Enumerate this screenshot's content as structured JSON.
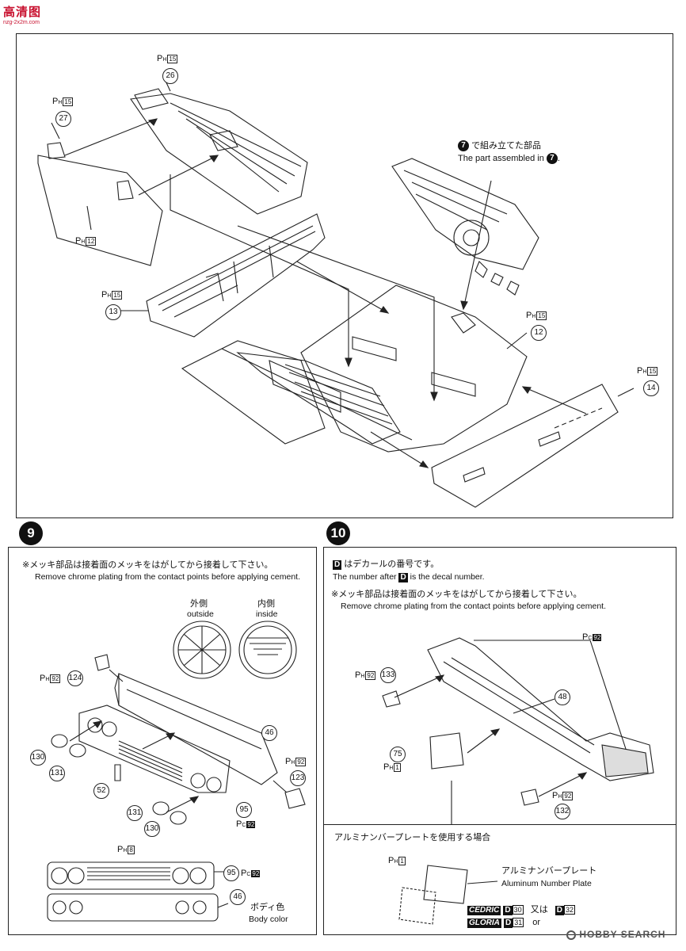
{
  "watermark": {
    "top": "高清图",
    "sub": "nzg-2x2m.com"
  },
  "step8": {
    "labels": {
      "ph15_a": "15",
      "ph15_b": "15",
      "ph12": "12",
      "ph15_c": "15",
      "ph15_d": "15",
      "ph15_e": "15",
      "p": "P",
      "h": "H"
    },
    "parts": {
      "n26": "26",
      "n27": "27",
      "n13": "13",
      "n12": "12",
      "n14": "14"
    },
    "callout_jp": "で組み立てた部品",
    "callout_en": "The part assembled in",
    "callout_step": "7"
  },
  "step9": {
    "number": "9",
    "note_jp": "※メッキ部品は接着面のメッキをはがしてから接着して下さい。",
    "note_en": "Remove chrome plating from the contact points before applying cement.",
    "outside_jp": "外側",
    "outside_en": "outside",
    "inside_jp": "内側",
    "inside_en": "inside",
    "parts": {
      "n124": "124",
      "n46": "46",
      "n130": "130",
      "n131": "131",
      "n52": "52",
      "n123": "123",
      "n95": "95",
      "n131b": "131",
      "n130b": "130",
      "n95b": "95",
      "n46b": "46"
    },
    "ph92_a": "92",
    "ph92_b": "92",
    "pc92_a": "92",
    "ph8": "8",
    "pc92_b": "92",
    "body_jp": "ボディ色",
    "body_en": "Body color"
  },
  "step10": {
    "number": "10",
    "d_note_jp": "はデカールの番号です。",
    "d_note_en_a": "The number after",
    "d_note_en_b": "is the decal number.",
    "d_letter": "D",
    "note_jp": "※メッキ部品は接着面のメッキをはがしてから接着して下さい。",
    "note_en": "Remove chrome plating from the contact points before applying cement.",
    "parts": {
      "n133": "133",
      "n48": "48",
      "n75": "75",
      "n132": "132"
    },
    "ph92_a": "92",
    "pc92": "92",
    "ph1_a": "1",
    "ph92_b": "92",
    "ph1_b": "1",
    "alum_title": "アルミナンバープレートを使用する場合",
    "alum_jp": "アルミナンバープレート",
    "alum_en": "Aluminum Number Plate",
    "cedric": "CEDRIC",
    "gloria": "GLORIA",
    "d30": "30",
    "d31": "31",
    "d32": "32",
    "or_jp": "又は",
    "or_en": "or"
  },
  "footer": {
    "brand": "HOBBY SEARCH"
  }
}
